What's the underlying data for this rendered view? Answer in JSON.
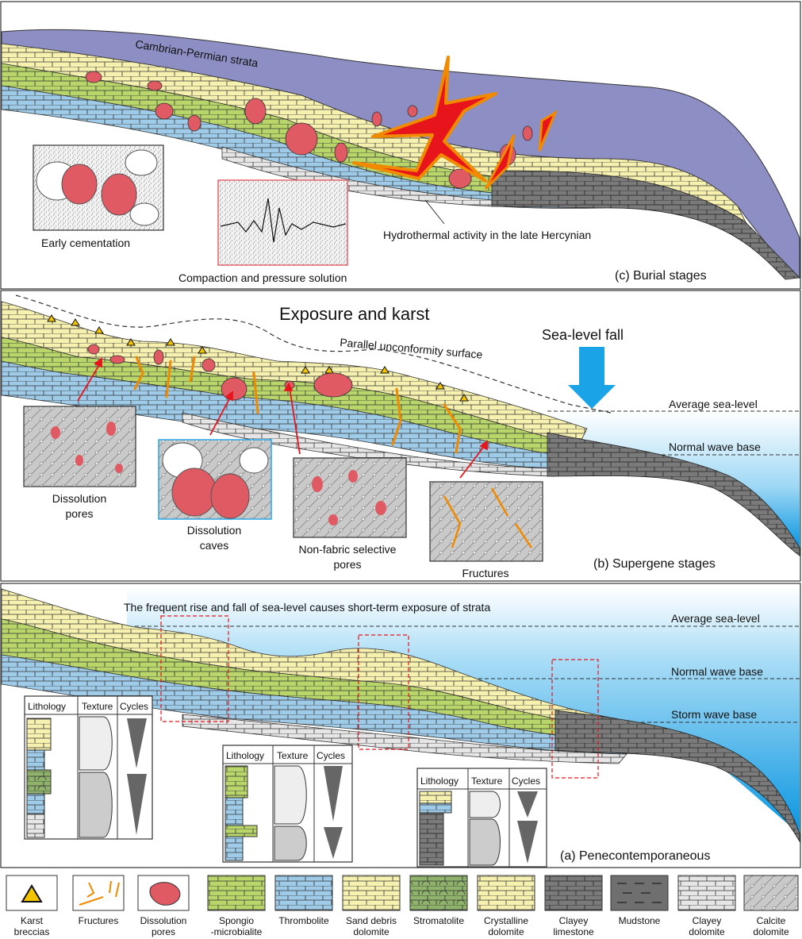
{
  "panel_c": {
    "strata_label": "Cambrian-Permian strata",
    "insets": [
      "Early cementation",
      "Compaction and pressure solution"
    ],
    "hydrothermal_label": "Hydrothermal activity in the late Hercynian",
    "stage_label": "(c)  Burial stages"
  },
  "panel_b": {
    "title": "Exposure and karst",
    "unconformity_label": "Parallel unconformity surface",
    "sea_level_fall": "Sea-level fall",
    "average_sea_level": "Average sea-level",
    "normal_wave_base": "Normal wave base",
    "insets": [
      {
        "line1": "Dissolution",
        "line2": "pores"
      },
      {
        "line1": "Dissolution",
        "line2": "caves"
      },
      {
        "line1": "Non-fabric selective",
        "line2": "pores"
      },
      {
        "line1": "Fructures",
        "line2": ""
      }
    ],
    "stage_label": "(b)  Supergene stages"
  },
  "panel_a": {
    "banner": "The frequent rise and fall of sea-level causes short-term exposure of strata",
    "average_sea_level": "Average sea-level",
    "normal_wave_base": "Normal wave base",
    "storm_wave_base": "Storm wave base",
    "column_headers": [
      "Lithology",
      "Texture",
      "Cycles"
    ],
    "stage_label": "(a)  Penecontemporaneous"
  },
  "legend": [
    {
      "line1": "Karst",
      "line2": "breccias",
      "swatch": "karst",
      "color": "#f2c500"
    },
    {
      "line1": "Fructures",
      "line2": "",
      "swatch": "fracture",
      "color": "#f08a00"
    },
    {
      "line1": "Dissolution",
      "line2": "pores",
      "swatch": "pore",
      "color": "#e05a63"
    },
    {
      "line1": "Spongio",
      "line2": "-microbialite",
      "swatch": "brick",
      "color": "#b8d66a"
    },
    {
      "line1": "Thrombolite",
      "line2": "",
      "swatch": "brick",
      "color": "#9ecbe8"
    },
    {
      "line1": "Sand debris",
      "line2": "dolomite",
      "swatch": "brick",
      "color": "#f4ee7a"
    },
    {
      "line1": "Stromatolite",
      "line2": "",
      "swatch": "arcs",
      "color": "#8fb36a"
    },
    {
      "line1": "Crystalline",
      "line2": "dolomite",
      "swatch": "brick",
      "color": "#f7f1b0"
    },
    {
      "line1": "Clayey",
      "line2": "limestone",
      "swatch": "brick",
      "color": "#7d7d7d"
    },
    {
      "line1": "Mudstone",
      "line2": "",
      "swatch": "dash",
      "color": "#6f6f6f"
    },
    {
      "line1": "Clayey",
      "line2": "dolomite",
      "swatch": "brick",
      "color": "#eeeeee"
    },
    {
      "line1": "Calcite",
      "line2": "dolomite",
      "swatch": "brick",
      "color": "#bdbdbd"
    }
  ],
  "colors": {
    "purple": "#8d8fc4",
    "sea": "#1aa3e6",
    "pore": "#e05a63",
    "fracture": "#f08a00",
    "hydrothermal": "#e8141c"
  }
}
